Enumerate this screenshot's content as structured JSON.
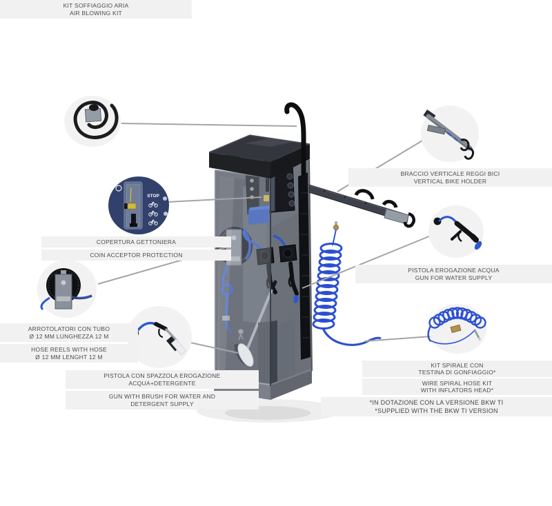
{
  "illustration": {
    "subject": "bike-wash-service-tower",
    "coin_panel": {
      "stop_label": "STOP"
    }
  },
  "callouts": {
    "air_blowing_kit": {
      "icon": "coiled-air-hose",
      "lines": [
        "KIT SOFFIAGGIO ARIA",
        "AIR BLOWING KIT"
      ]
    },
    "bike_holder": {
      "icon": "vertical-bike-holder-arm",
      "lines": [
        "BRACCIO VERTICALE REGGI BICI",
        "VERTICAL BIKE HOLDER"
      ]
    },
    "coin_protection": {
      "icon": "coin-acceptor-cover",
      "lines": [
        "COPERTURA GETTONIERA",
        "COIN ACCEPTOR PROTECTION"
      ]
    },
    "water_gun": {
      "icon": "water-spray-gun",
      "lines": [
        "PISTOLA EROGAZIONE ACQUA",
        "GUN FOR WATER SUPPLY"
      ]
    },
    "hose_reels": {
      "icon": "hose-reel",
      "lines": [
        "ARROTOLATORI CON TUBO",
        "Ø 12 mm LUNGHEZZA 12 m",
        "HOSE REELS WITH HOSE",
        "Ø 12 mm LENGHT 12 m"
      ]
    },
    "brush_gun": {
      "icon": "brush-spray-gun",
      "lines": [
        "PISTOLA CON SPAZZOLA EROGAZIONE",
        "ACQUA+DETERGENTE",
        "GUN WITH BRUSH FOR WATER AND",
        "DETERGENT SUPPLY"
      ]
    },
    "spiral_kit": {
      "icon": "spiral-hose-with-inflator-head",
      "lines": [
        "KIT SPIRALE CON",
        "TESTINA DI GONFIAGGIO*",
        "WIRE SPIRAL HOSE KIT",
        "WITH INFLATORS HEAD*"
      ]
    }
  },
  "footnote": {
    "lines": [
      "*IN DOTAZIONE CON LA VERSIONE BKW TI",
      "*SUPPLIED WITH THE BKW TI VERSION"
    ]
  },
  "colors": {
    "background": "#ffffff",
    "label_band": "#f1f1f1",
    "label_text": "#4a4b4f",
    "leader_line": "#a4a4a4",
    "callout_circle": "#f2f2f2",
    "coin_circle_navy": "#32416b",
    "hose_blue": "#2c57cf",
    "machine_dark": "#17191c",
    "brass": "#b3924b"
  }
}
